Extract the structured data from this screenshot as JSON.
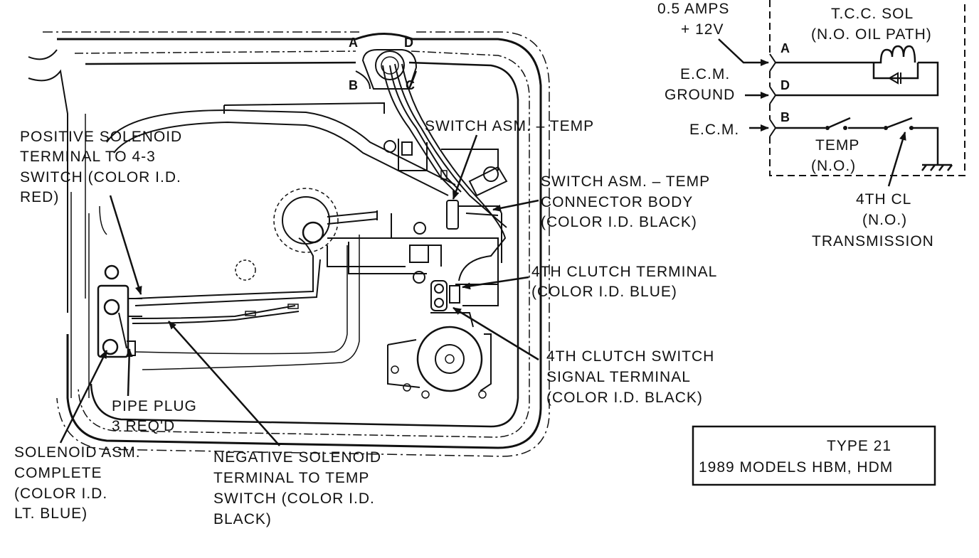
{
  "labels": {
    "positive_solenoid": [
      "POSITIVE SOLENOID",
      "TERMINAL TO 4-3",
      "SWITCH (COLOR I.D.",
      "RED)"
    ],
    "switch_temp": "SWITCH ASM. – TEMP",
    "switch_temp_connector": [
      "SWITCH ASM. – TEMP",
      "CONNECTOR BODY",
      "(COLOR I.D. BLACK)"
    ],
    "fourth_clutch_terminal": [
      "4TH CLUTCH TERMINAL",
      "(COLOR I.D. BLUE)"
    ],
    "fourth_clutch_switch_signal": [
      "4TH CLUTCH SWITCH",
      "SIGNAL TERMINAL",
      "(COLOR I.D. BLACK)"
    ],
    "pipe_plug": [
      "PIPE PLUG",
      "3 REQ'D"
    ],
    "solenoid_asm": [
      "SOLENOID ASM.",
      "COMPLETE",
      "(COLOR I.D.",
      "LT. BLUE)"
    ],
    "negative_solenoid": [
      "NEGATIVE SOLENOID",
      "TERMINAL TO TEMP",
      "SWITCH (COLOR I.D.",
      "BLACK)"
    ]
  },
  "connector_pins": [
    "A",
    "D",
    "B",
    "C"
  ],
  "schematic": {
    "supply": [
      "0.5 AMPS",
      "+ 12V"
    ],
    "ecm_ground": [
      "E.C.M.",
      "GROUND"
    ],
    "ecm": "E.C.M.",
    "tcc_sol": [
      "T.C.C. SOL",
      "(N.O. OIL PATH)"
    ],
    "pins": [
      "A",
      "D",
      "B"
    ],
    "temp": [
      "TEMP",
      "(N.O.)"
    ],
    "fourth_cl": [
      "4TH CL",
      "(N.O.)",
      "TRANSMISSION"
    ]
  },
  "info_box": [
    "TYPE 21",
    "1989 MODELS HBM, HDM"
  ]
}
